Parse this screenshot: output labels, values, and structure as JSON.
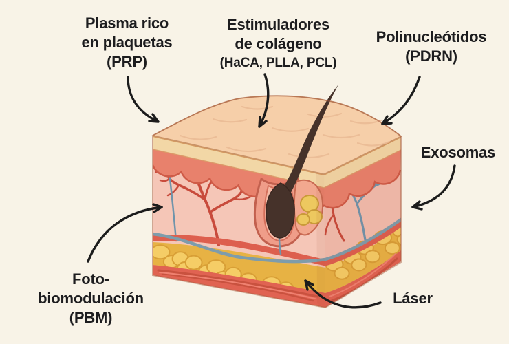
{
  "labels": {
    "prp": {
      "lines": [
        "Plasma rico",
        "en plaquetas",
        "(PRP)"
      ]
    },
    "collagen": {
      "lines": [
        "Estimuladores",
        "de colágeno",
        "(HaCA, PLLA, PCL)"
      ]
    },
    "pdrn": {
      "lines": [
        "Polinucleótidos",
        "(PDRN)"
      ]
    },
    "exosomes": {
      "text": "Exosomas"
    },
    "pbm": {
      "lines": [
        "Foto-",
        "biomodulación",
        "(PBM)"
      ]
    },
    "laser": {
      "text": "Láser"
    }
  },
  "colors": {
    "background": "#f8f3e7",
    "ink": "#1d1d1f",
    "arrow": "#1c1c1c",
    "skin_surface": "#f6cfa9",
    "epidermis": "#f2d7a6",
    "upper_dermis": "#e8816c",
    "dermis": "#f5c6b7",
    "fat": "#f5cd66",
    "muscle": "#e06352",
    "vessel_red": "#c84b3c",
    "vessel_blue": "#6f94ab",
    "hair": "#46322a",
    "sebaceous_gland": "#edc85f"
  }
}
